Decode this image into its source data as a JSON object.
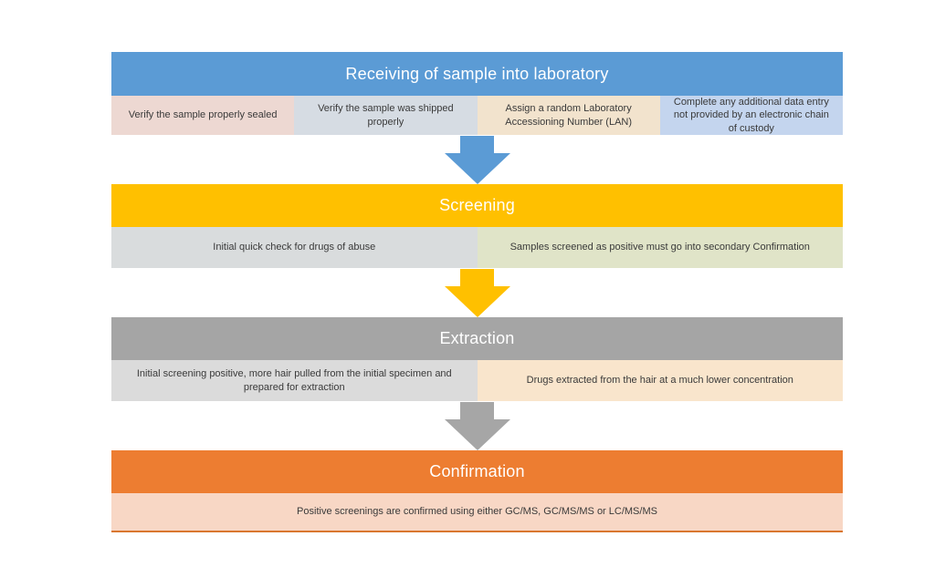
{
  "diagram": {
    "title": "Hair drug testing laboratory process flowchart",
    "sections": [
      {
        "id": "receiving",
        "title": "Receiving of sample into laboratory",
        "header_color": "#5B9BD5",
        "steps": [
          {
            "text": "Verify the sample properly sealed",
            "bg": "#EDD8D2"
          },
          {
            "text": "Verify the sample was shipped properly",
            "bg": "#D6DCE3"
          },
          {
            "text": "Assign a random Laboratory Accessioning Number (LAN)",
            "bg": "#F2E3CD"
          },
          {
            "text": "Complete any additional data entry not provided by an electronic chain of custody",
            "bg": "#C4D5EE"
          }
        ]
      },
      {
        "id": "screening",
        "title": "Screening",
        "header_color": "#FFC000",
        "steps": [
          {
            "text": "Initial quick check for drugs of abuse",
            "bg": "#D9DCDD"
          },
          {
            "text": "Samples screened as positive must go into secondary Confirmation",
            "bg": "#E0E4C8"
          }
        ]
      },
      {
        "id": "extraction",
        "title": "Extraction",
        "header_color": "#A5A5A5",
        "steps": [
          {
            "text": "Initial screening positive, more hair pulled from the initial specimen and prepared for extraction",
            "bg": "#DBDBDB"
          },
          {
            "text": "Drugs extracted from the hair at a much lower concentration",
            "bg": "#F9E5CC"
          }
        ]
      },
      {
        "id": "confirmation",
        "title": "Confirmation",
        "header_color": "#ED7D31",
        "steps": [
          {
            "text": "Positive screenings are confirmed using either GC/MS, GC/MS/MS or LC/MS/MS",
            "bg": "#F8D7C5"
          }
        ],
        "bottom_rule_color": "#D9772F"
      }
    ],
    "arrows": [
      {
        "name": "down-arrow",
        "color": "#5B9BD5"
      },
      {
        "name": "down-arrow",
        "color": "#FFC000"
      },
      {
        "name": "down-arrow",
        "color": "#A6A6A6"
      }
    ]
  }
}
